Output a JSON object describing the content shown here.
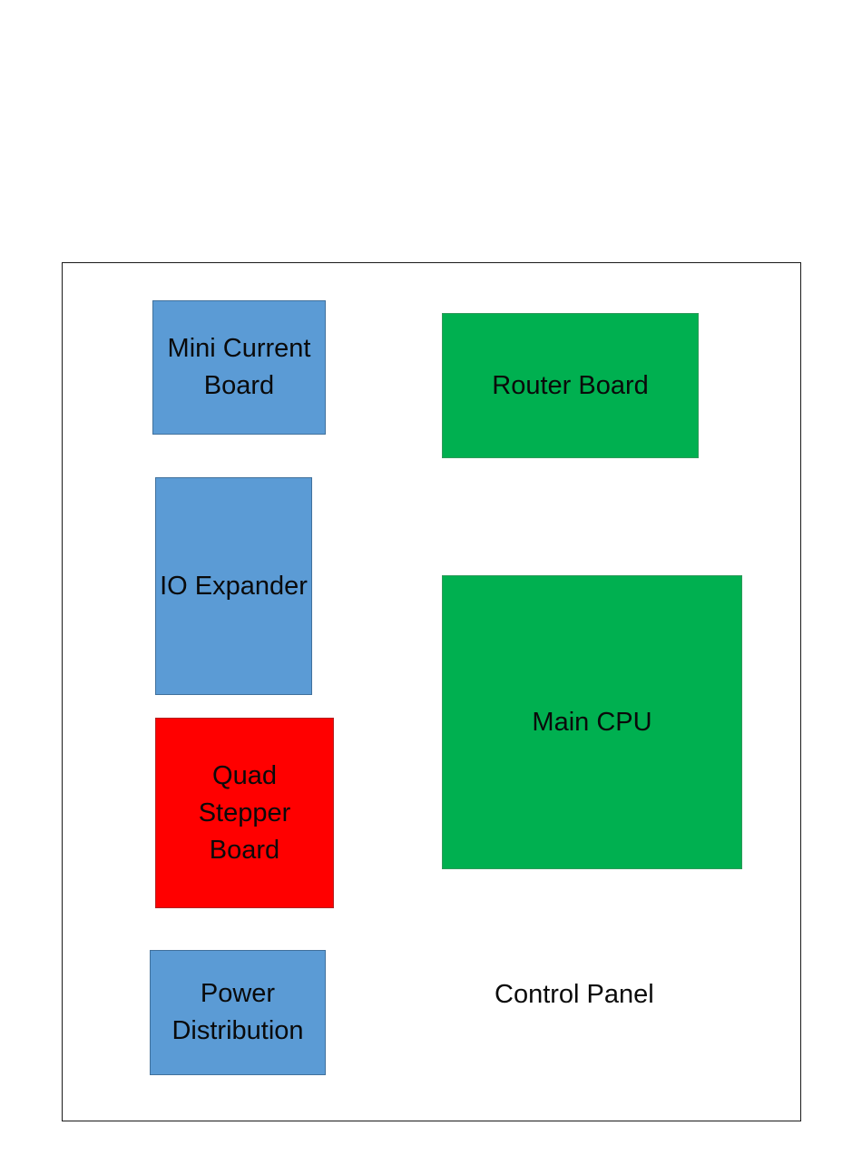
{
  "panel": {
    "label": "Control Panel"
  },
  "blocks": {
    "mini_current_board": {
      "label": "Mini Current\nBoard",
      "color": "#5b9bd5"
    },
    "io_expander": {
      "label": "IO Expander",
      "color": "#5b9bd5"
    },
    "quad_stepper_board": {
      "label": "Quad\nStepper\nBoard",
      "color": "#ff0000"
    },
    "power_distribution": {
      "label": "Power\nDistribution",
      "color": "#5b9bd5"
    },
    "router_board": {
      "label": "Router Board",
      "color": "#00b050"
    },
    "main_cpu": {
      "label": "Main CPU",
      "color": "#00b050"
    }
  }
}
